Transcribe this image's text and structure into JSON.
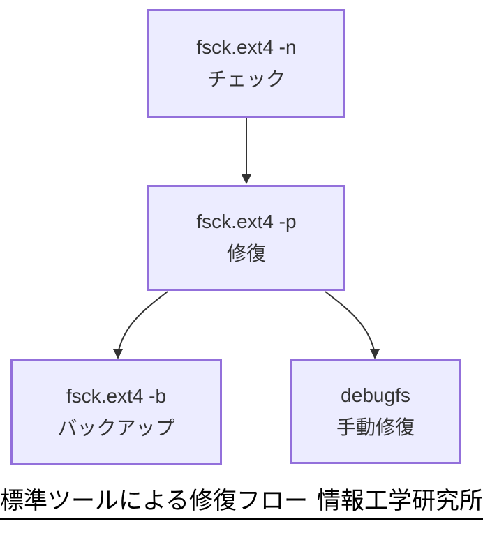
{
  "diagram": {
    "nodes": [
      {
        "id": "check",
        "line1": "fsck.ext4 -n",
        "line2": "チェック"
      },
      {
        "id": "repair",
        "line1": "fsck.ext4 -p",
        "line2": "修復"
      },
      {
        "id": "backup",
        "line1": "fsck.ext4 -b",
        "line2": "バックアップ"
      },
      {
        "id": "manual",
        "line1": "debugfs",
        "line2": "手動修復"
      }
    ],
    "edges": [
      {
        "from": "check",
        "to": "repair"
      },
      {
        "from": "repair",
        "to": "backup"
      },
      {
        "from": "repair",
        "to": "manual"
      }
    ],
    "colors": {
      "node_fill": "#ECECFF",
      "node_border": "#9370DB",
      "node_text": "#333333",
      "edge": "#333333",
      "caption_text": "#000000",
      "caption_rule": "#000000"
    }
  },
  "caption": {
    "title": "標準ツールによる修復フロー",
    "source": "情報工学研究所"
  }
}
